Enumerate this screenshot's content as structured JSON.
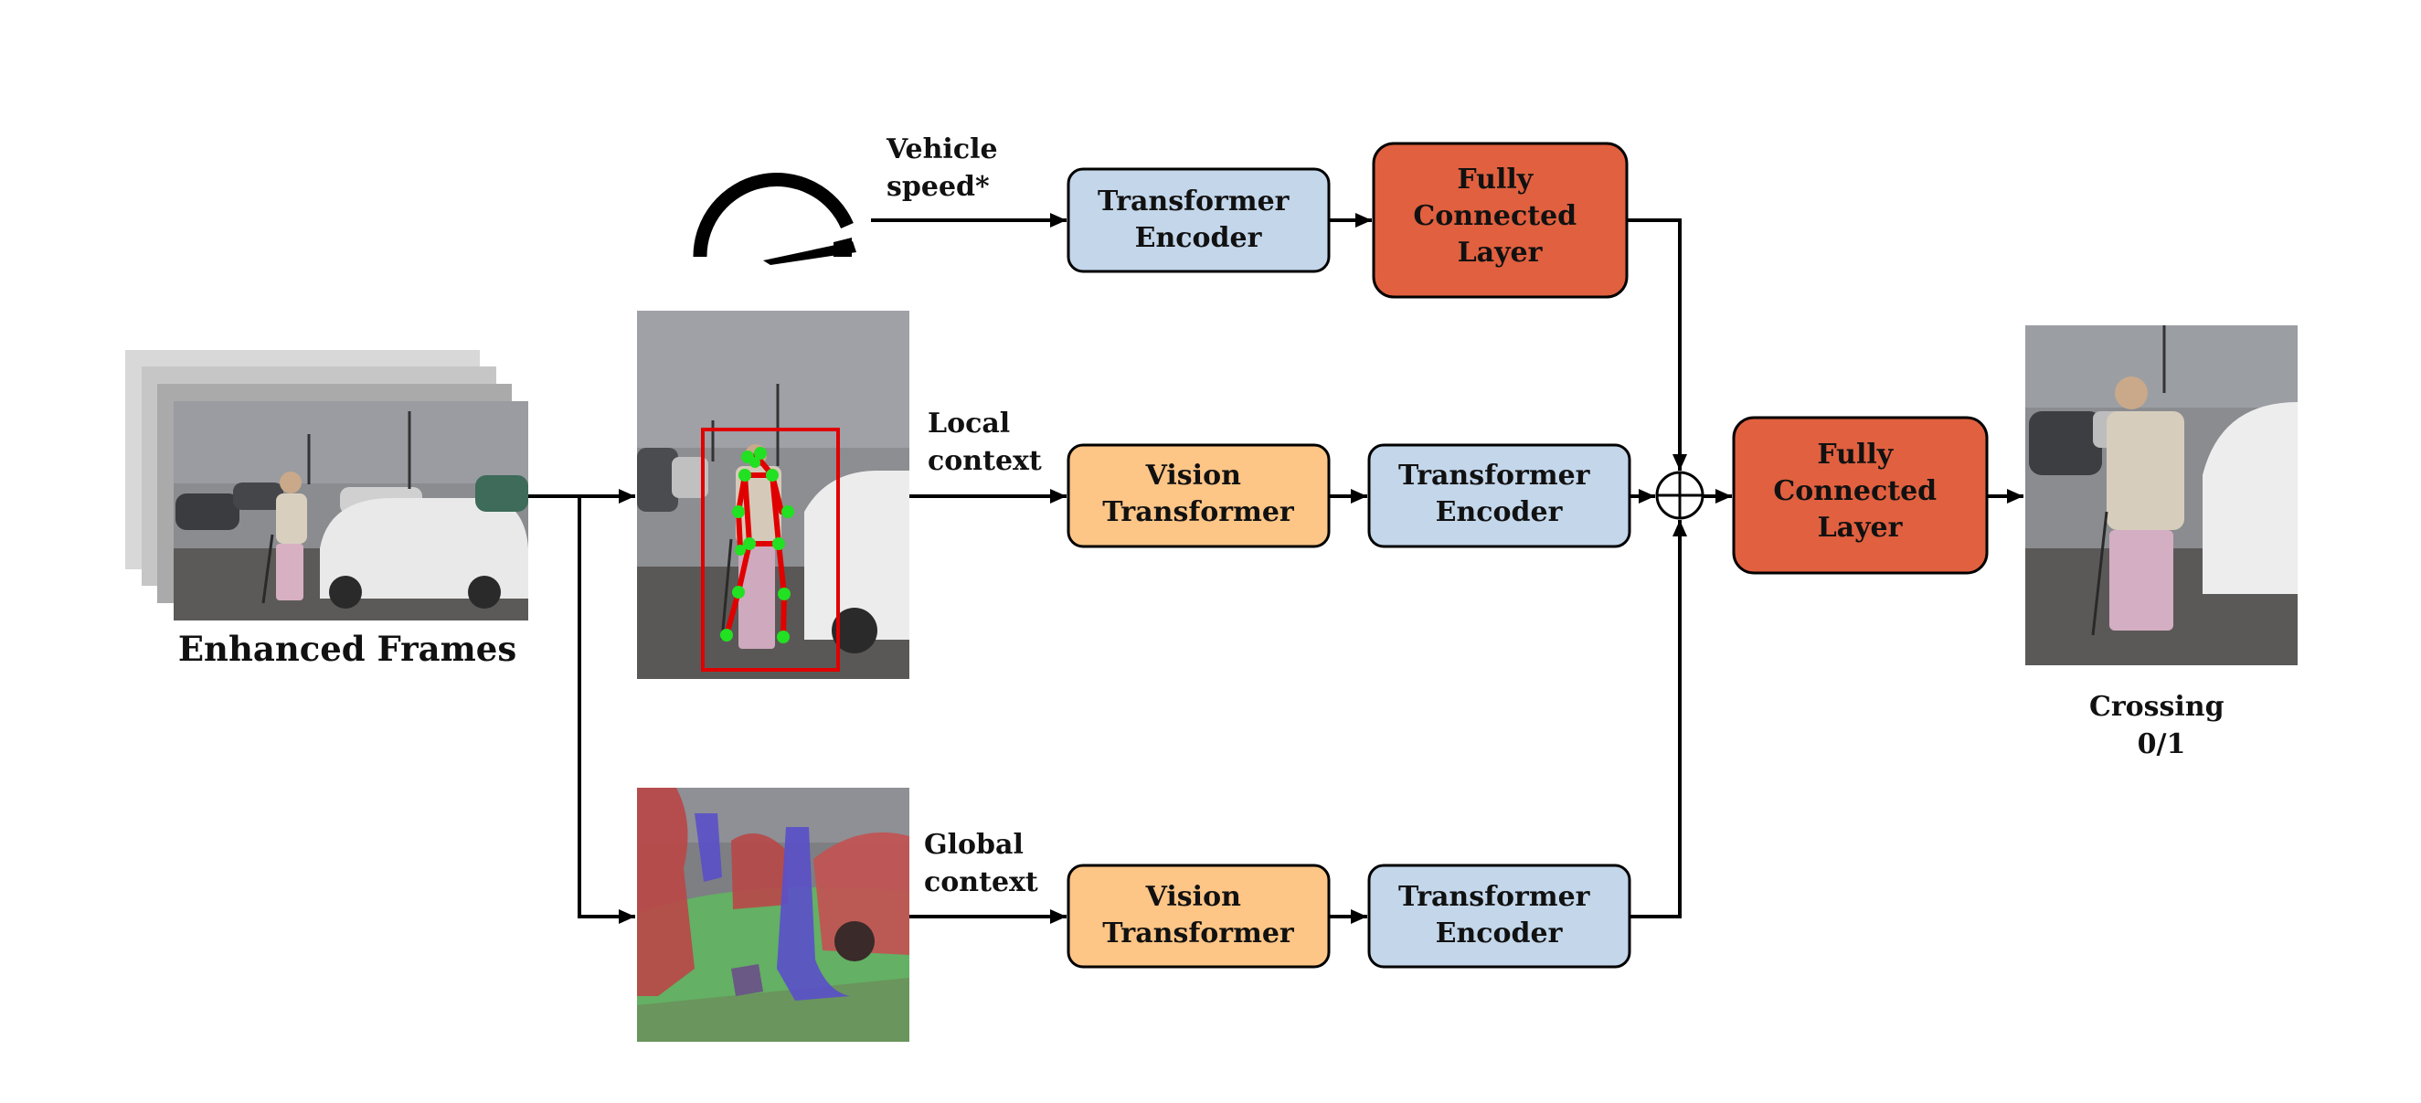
{
  "enhanced_frames_label": "Enhanced Frames",
  "vehicle_speed_label": [
    "Vehicle",
    "speed*"
  ],
  "local_context_label": [
    "Local",
    "context"
  ],
  "global_context_label": [
    "Global",
    "context"
  ],
  "output_label": [
    "Crossing",
    "0/1"
  ],
  "blocks": {
    "speed_encoder": [
      "Transformer",
      "Encoder"
    ],
    "speed_fc": [
      "Fully",
      "Connected",
      "Layer"
    ],
    "local_vit": [
      "Vision",
      "Transformer"
    ],
    "local_encoder": [
      "Transformer",
      "Encoder"
    ],
    "global_vit": [
      "Vision",
      "Transformer"
    ],
    "global_encoder": [
      "Transformer",
      "Encoder"
    ],
    "fusion_fc": [
      "Fully",
      "Connected",
      "Layer"
    ]
  },
  "colors": {
    "encoder_fill": "#c3d6ea",
    "vit_fill": "#fdc586",
    "fc_fill": "#e0603f",
    "pose_box": "#e00000",
    "pose_joints": "#22e022",
    "seg_red": "#b84848",
    "seg_blue": "#5a50c8",
    "seg_green": "#5fb85f"
  },
  "icons": {
    "speedometer": "speedometer-icon",
    "fusion": "circled-plus-icon"
  }
}
